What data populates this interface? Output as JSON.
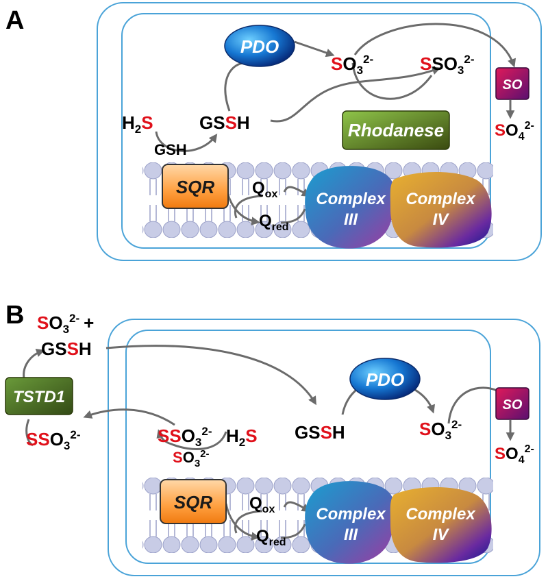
{
  "panels": [
    {
      "letter": "A",
      "PDO": "PDO",
      "Rhodanese": "Rhodanese",
      "SO": "SO",
      "SQR": "SQR",
      "complex3_line1": "Complex",
      "complex3_line2": "III",
      "complex4_line1": "Complex",
      "complex4_line2": "IV",
      "gsh": "GSH",
      "q_ox": "Q",
      "q_ox_sub": "ox",
      "q_red": "Q",
      "q_red_sub": "red"
    },
    {
      "letter": "B",
      "PDO": "PDO",
      "TSTD1": "TSTD1",
      "SO": "SO",
      "SQR": "SQR",
      "complex3_line1": "Complex",
      "complex3_line2": "III",
      "complex4_line1": "Complex",
      "complex4_line2": "IV",
      "q_ox": "Q",
      "q_ox_sub": "ox",
      "q_red": "Q",
      "q_red_sub": "red",
      "plus": "+"
    }
  ],
  "chem": {
    "S": "S",
    "H": "H",
    "two": "2",
    "O": "O",
    "three": "3",
    "four": "4",
    "two_minus": "2-",
    "G": "G"
  },
  "colors": {
    "red_sulfur": "#e0101a",
    "frame": "#4aa3d8",
    "arrow": "#6b6b6b",
    "membrane": "#c8cce6"
  }
}
